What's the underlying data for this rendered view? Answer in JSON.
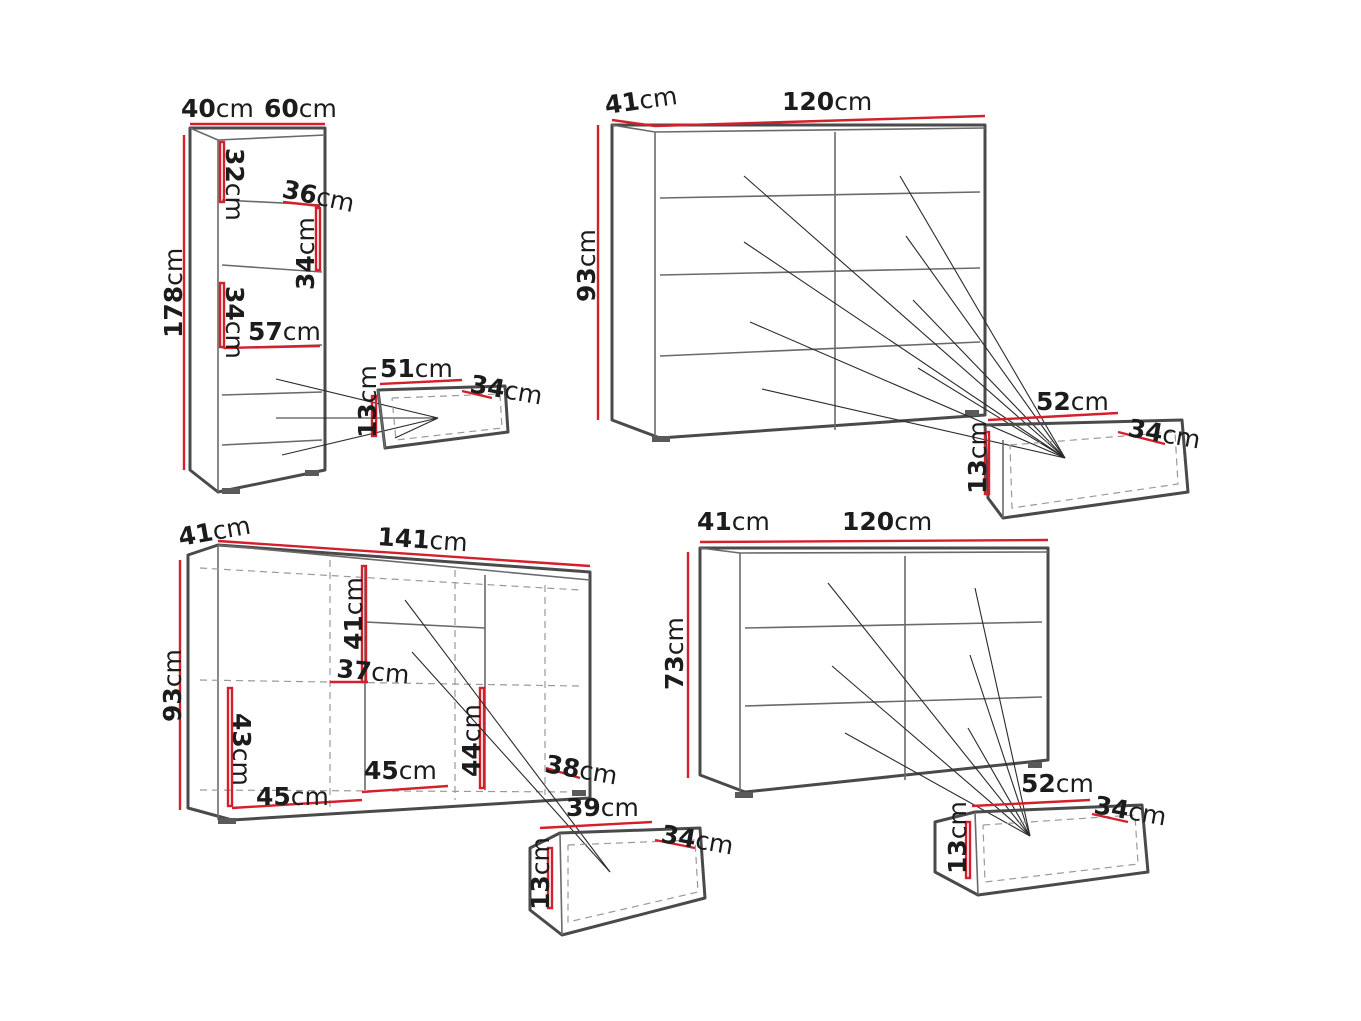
{
  "unit": "cm",
  "colors": {
    "outline": "#4a4a4a",
    "dimension_line": "#d4202a",
    "text": "#1c1c1c"
  },
  "bookcase": {
    "depth": "40",
    "width": "60",
    "height": "178",
    "shelf_gap_top": "32",
    "shelf_depth": "36",
    "shelf_gap_mid": "34",
    "shelf_gap_low": "34",
    "inner_width": "57",
    "drawer": {
      "width": "51",
      "depth": "34",
      "height": "13"
    }
  },
  "sideboard_tall": {
    "depth": "41",
    "width": "120",
    "height": "93",
    "drawer": {
      "width": "52",
      "depth": "34",
      "height": "13"
    }
  },
  "sideboard_wide": {
    "depth": "41",
    "width": "141",
    "height": "93",
    "upper_compartment": "41",
    "compartment_width": "37",
    "left_compartment": "43",
    "right_compartment": "44",
    "base_left": "45",
    "base_center": "45",
    "inner_depth": "38",
    "drawer": {
      "width": "39",
      "depth": "34",
      "height": "13"
    }
  },
  "sideboard_low": {
    "depth": "41",
    "width": "120",
    "height": "73",
    "drawer": {
      "width": "52",
      "depth": "34",
      "height": "13"
    }
  }
}
